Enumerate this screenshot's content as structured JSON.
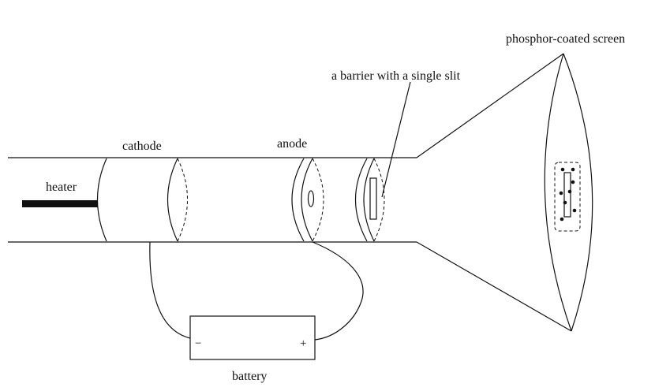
{
  "labels": {
    "phosphor_screen": "phosphor-coated screen",
    "slit_barrier": "a barrier with a single slit",
    "cathode": "cathode",
    "anode": "anode",
    "heater": "heater",
    "battery": "battery",
    "battery_negative": "−",
    "battery_positive": "+"
  }
}
